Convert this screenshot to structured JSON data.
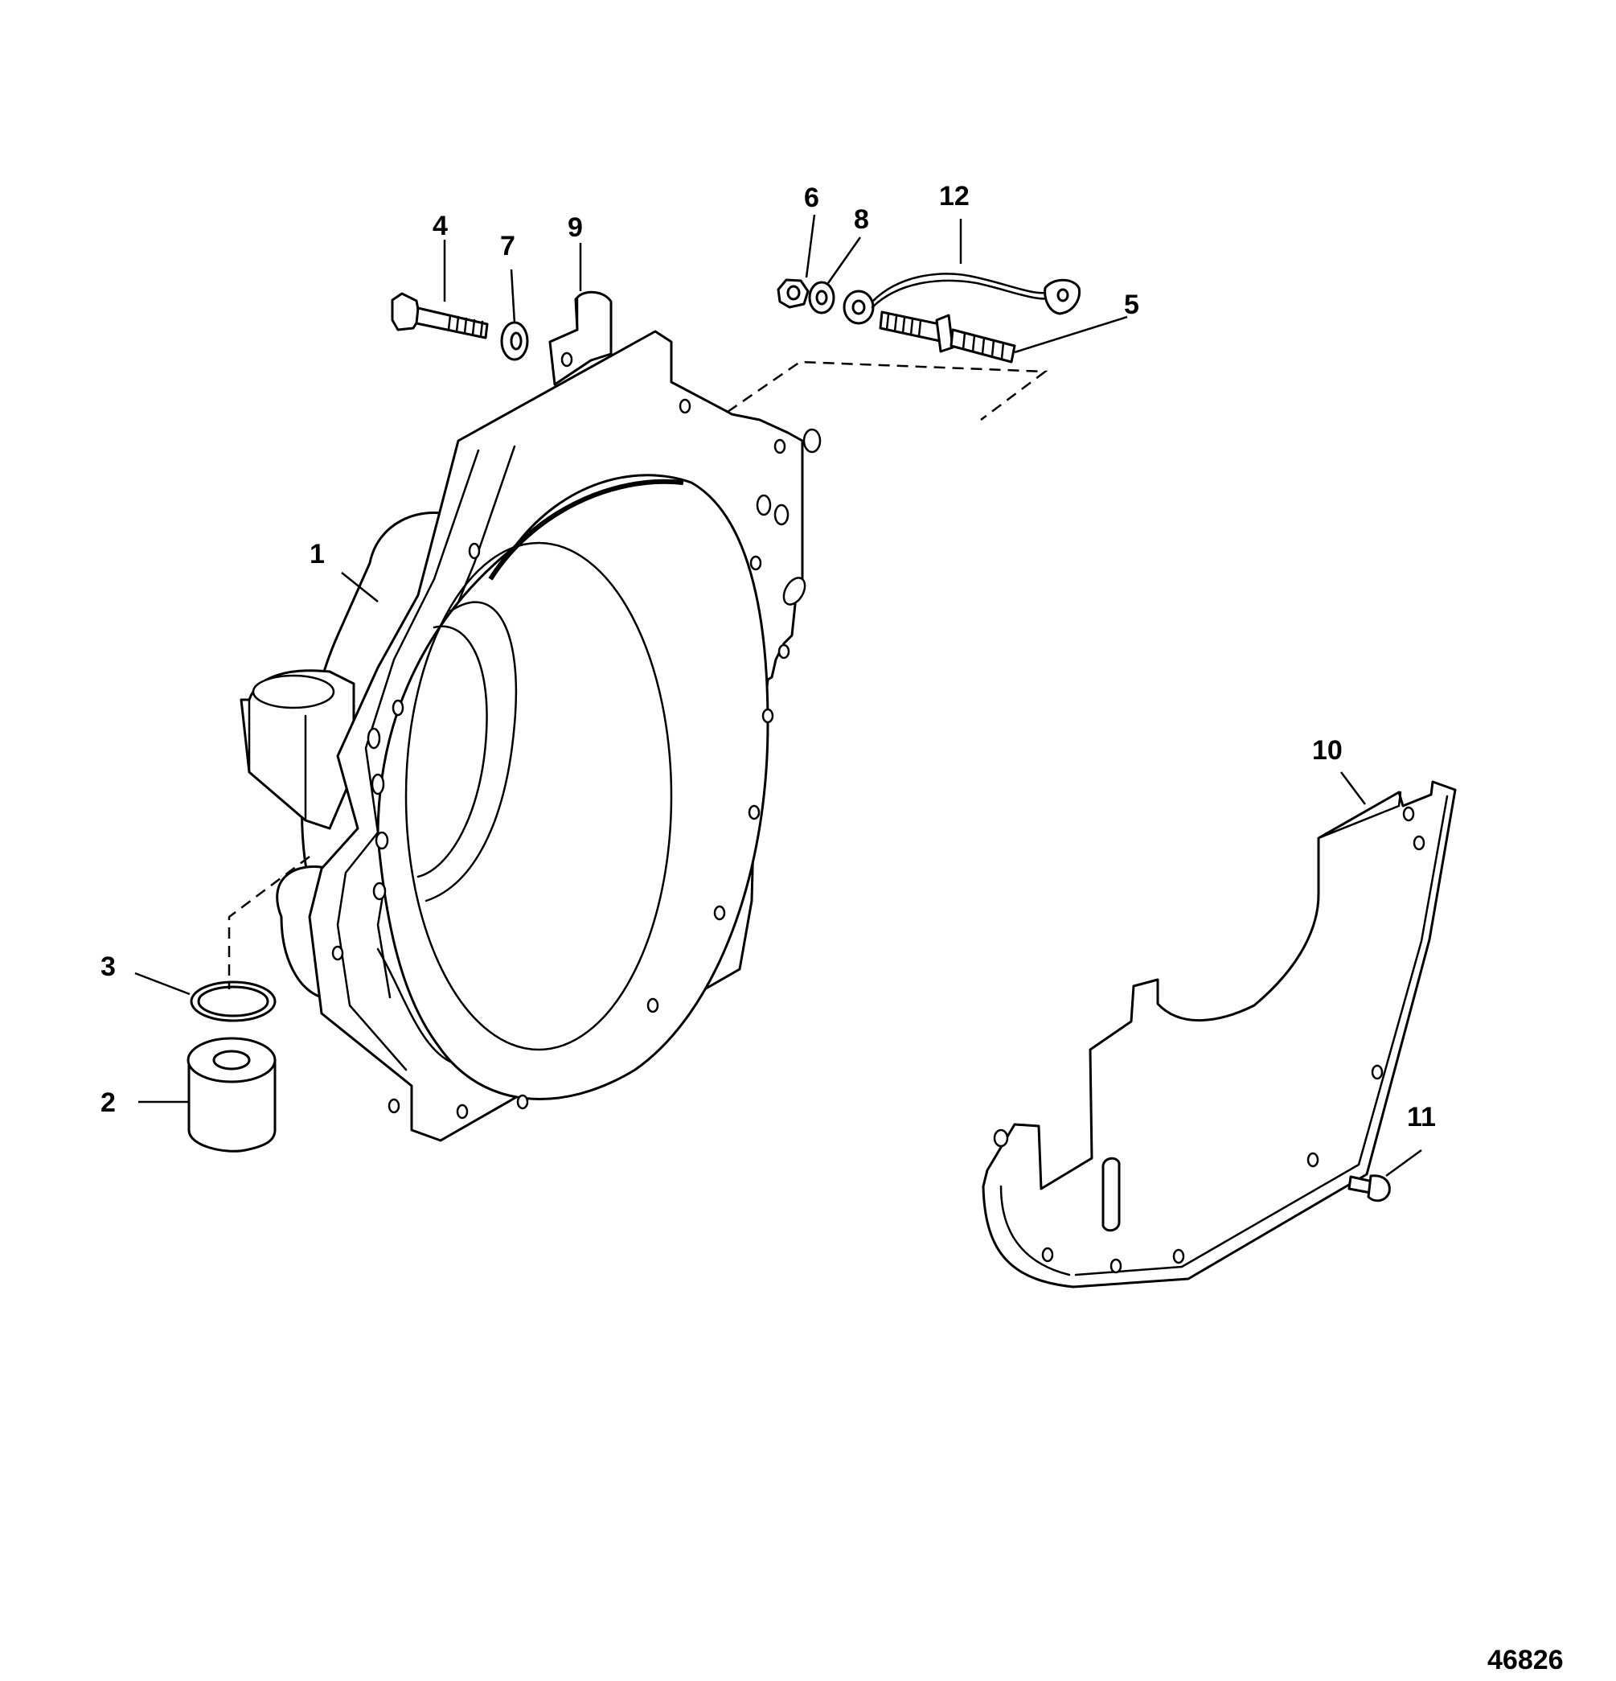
{
  "figure_number": "46826",
  "callouts": [
    {
      "id": "1",
      "label": "1"
    },
    {
      "id": "2",
      "label": "2"
    },
    {
      "id": "3",
      "label": "3"
    },
    {
      "id": "4",
      "label": "4"
    },
    {
      "id": "5",
      "label": "5"
    },
    {
      "id": "6",
      "label": "6"
    },
    {
      "id": "7",
      "label": "7"
    },
    {
      "id": "8",
      "label": "8"
    },
    {
      "id": "9",
      "label": "9"
    },
    {
      "id": "10",
      "label": "10"
    },
    {
      "id": "11",
      "label": "11"
    },
    {
      "id": "12",
      "label": "12"
    }
  ]
}
